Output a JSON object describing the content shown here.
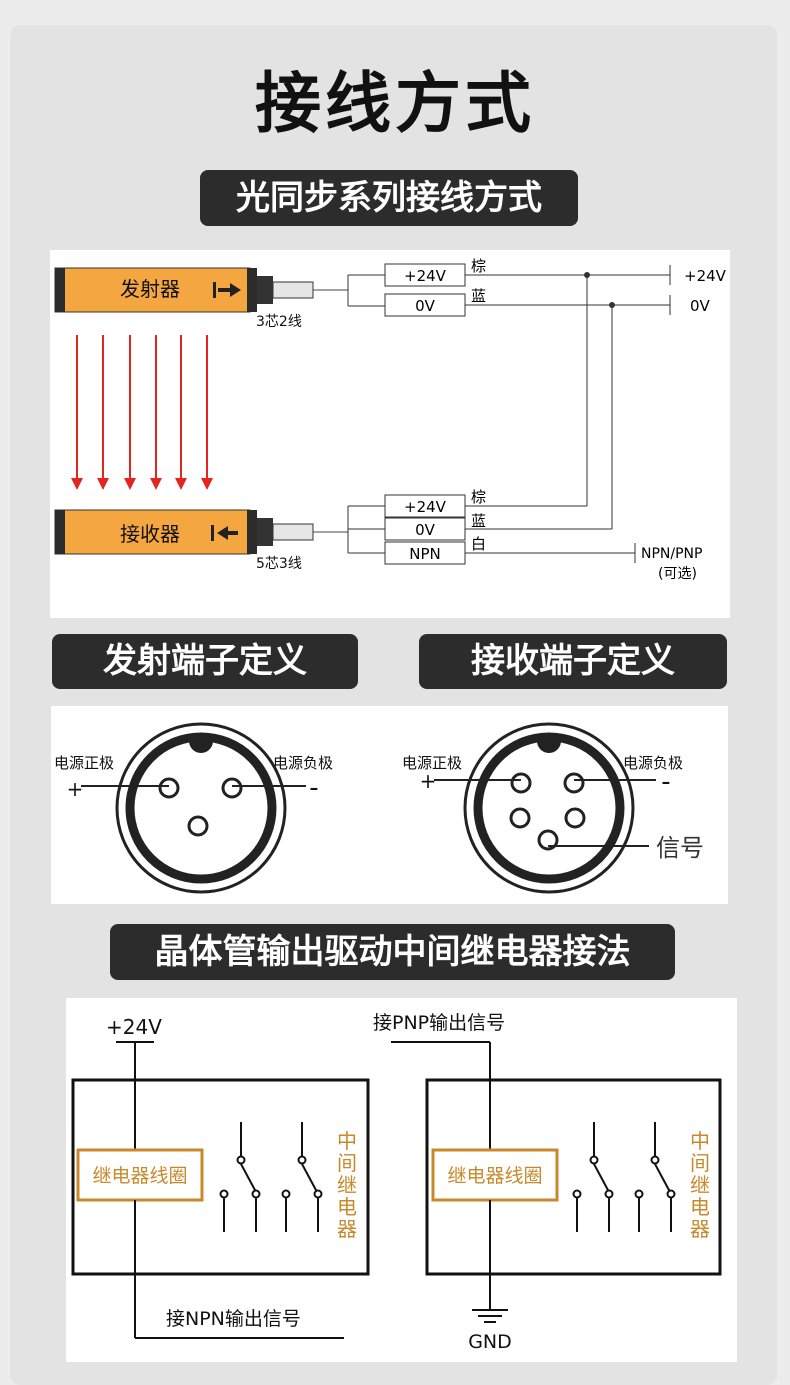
{
  "title": "接线方式",
  "section1": {
    "heading": "光同步系列接线方式",
    "emitter_label": "发射器",
    "receiver_label": "接收器",
    "emitter_cable": "3芯2线",
    "receiver_cable": "5芯3线",
    "emitter_terminals": [
      "+24V",
      "0V"
    ],
    "emitter_wire_colors": [
      "棕",
      "蓝"
    ],
    "receiver_terminals": [
      "+24V",
      "0V",
      "NPN"
    ],
    "receiver_wire_colors": [
      "棕",
      "蓝",
      "白"
    ],
    "supply_plus": "+24V",
    "supply_zero": "0V",
    "output_label": "NPN/PNP",
    "output_note": "(可选)"
  },
  "section2": {
    "emitter_heading": "发射端子定义",
    "receiver_heading": "接收端子定义",
    "pos_label": "电源正极",
    "neg_label": "电源负极",
    "plus_sign": "+",
    "minus_sign": "-",
    "signal_label": "信号"
  },
  "section3": {
    "heading": "晶体管输出驱动中间继电器接法",
    "left_supply": "+24V",
    "left_coil": "继电器线圈",
    "left_relay_chars": [
      "中",
      "间",
      "继",
      "电",
      "器"
    ],
    "left_signal": "接NPN输出信号",
    "right_signal": "接PNP输出信号",
    "right_coil": "继电器线圈",
    "right_relay_chars": [
      "中",
      "间",
      "继",
      "电",
      "器"
    ],
    "right_ground": "GND"
  },
  "colors": {
    "sensor_orange": "#f4a640",
    "beam_red": "#e0261f",
    "relay_gold": "#c9892b",
    "heading_bg": "#2c2c2c"
  }
}
